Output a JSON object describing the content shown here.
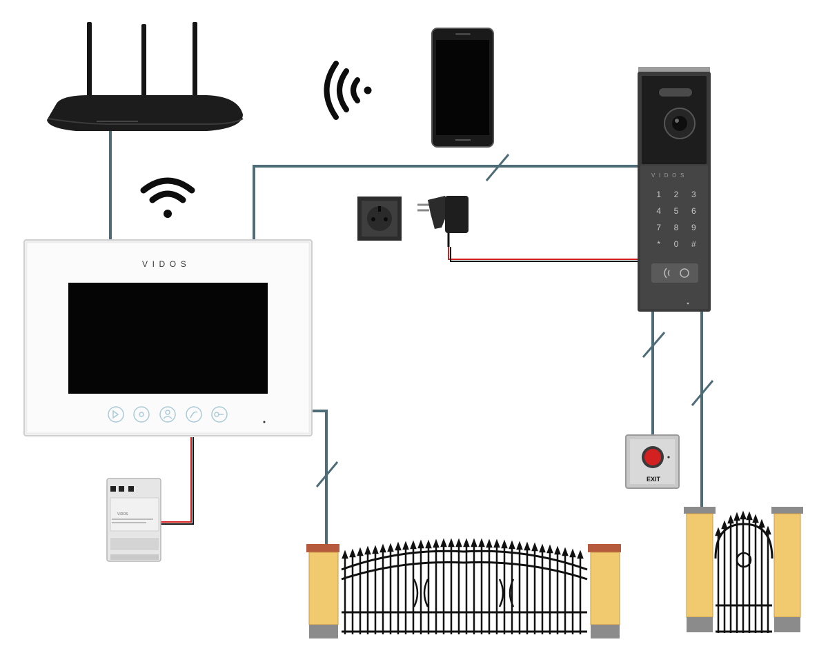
{
  "monitor": {
    "brand": "VIDOS"
  },
  "door_panel": {
    "brand": "VIDOS",
    "keys": [
      "1",
      "2",
      "3",
      "4",
      "5",
      "6",
      "7",
      "8",
      "9",
      "*",
      "0",
      "#"
    ]
  },
  "exit_button": {
    "label": "EXIT"
  },
  "power_supply": {
    "brand": "VIDOS"
  },
  "colors": {
    "wire": "#4d6c77",
    "power_wire_red": "#d61f1f",
    "power_wire_black": "#111111",
    "monitor_frame": "#f7f7f7",
    "panel_body": "#3c3c3c",
    "brick": "#f1c96e",
    "cap": "#b65a3d"
  },
  "icons": [
    "router-icon",
    "smartphone-icon",
    "wifi-icon",
    "wall-socket-icon",
    "power-adapter-icon",
    "din-power-supply-icon",
    "exit-button-icon",
    "driveway-gate-icon",
    "wicket-gate-icon"
  ]
}
